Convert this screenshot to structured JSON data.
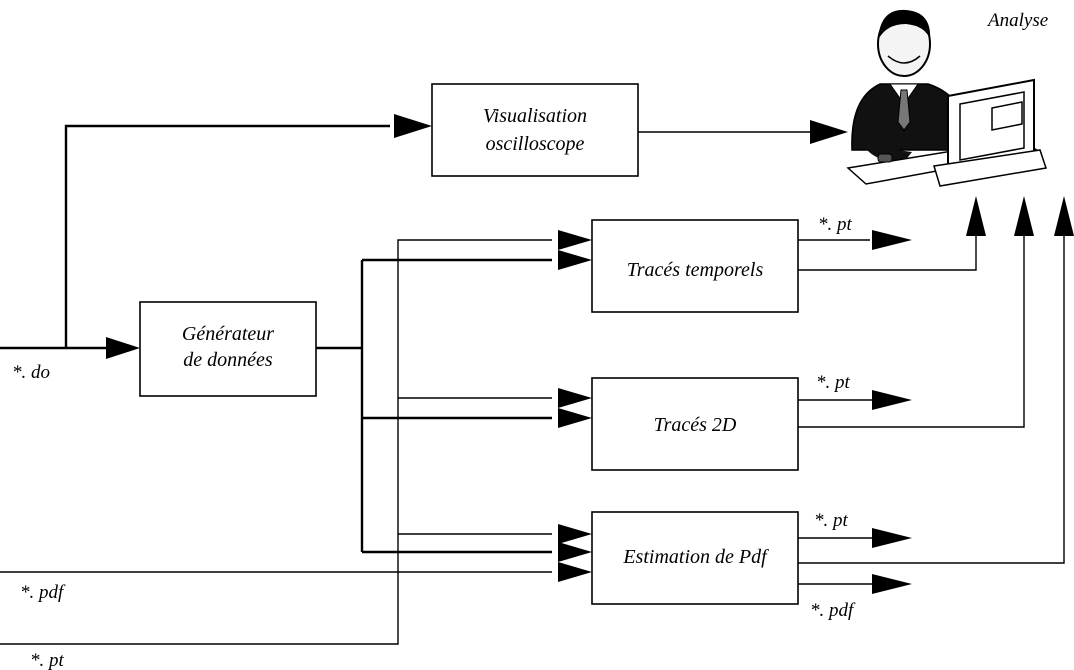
{
  "blocks": {
    "visualisation": [
      "Visualisation",
      "oscilloscope"
    ],
    "generateur": [
      "Générateur",
      "de données"
    ],
    "traces_temporels": "Tracés temporels",
    "traces_2d": "Tracés 2D",
    "estimation": "Estimation de Pdf"
  },
  "analyst": {
    "label": "Analyse",
    "icon": "analyst-at-computer-icon"
  },
  "files": {
    "do_input": "*. do",
    "pdf_input": "*. pdf",
    "pt_input": "*. pt",
    "temporels_pt": "*. pt",
    "traces2d_pt": "*. pt",
    "estimation_pt": "*. pt",
    "estimation_pdf": "*. pdf"
  }
}
